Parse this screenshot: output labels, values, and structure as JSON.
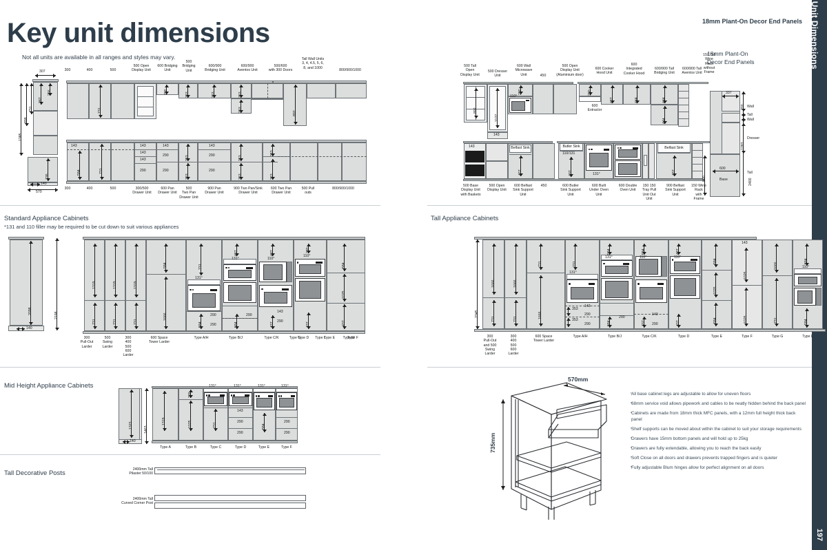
{
  "page": {
    "title": "Key unit dimensions",
    "subtitle": "Not all units are available in all ranges and styles may vary.",
    "number": "197",
    "edge_tab_label": "Key Unit Dimensions",
    "panel_header": "18mm Plant-On Decor End Panels"
  },
  "sections": {
    "standard": {
      "title": "Standard Appliance Cabinets",
      "note": "*131 and 110 filler may be required to be cut down to suit various appliances"
    },
    "tall": {
      "title": "Tall Appliance Cabinets"
    },
    "mid": {
      "title": "Mid Height Appliance Cabinets"
    },
    "posts": {
      "title": "Tall Decorative Posts"
    },
    "decor": {
      "title_line1": "18mm Plant-On",
      "title_line2": "Decor End Panels"
    }
  },
  "wall_units": {
    "top_labels": [
      "300",
      "400",
      "500",
      "500 Open\nDisplay Unit",
      "600 Bridging\nUnit",
      "500\nBridging\nUnit",
      "600/900\nBridging Unit",
      "600/900\nAventos Unit",
      "500/600\nwith 300 Doors",
      "Tall Wall Units\n3, 4, 4.5, 5, 6,\n8, and 1000",
      "800/900/1000"
    ],
    "bottom_labels": [
      "300",
      "400",
      "500",
      "300/500\nDrawer Unit",
      "600 Pan\nDrawer Unit",
      "500\nTwo Pan\nDrawer Unit",
      "900 Pan\nDrawer Unit",
      "900 Two Pan/Sink\nDrawer Unit",
      "600 Two Pan\nDrawer Unit",
      "500 Pull\nouts",
      "800/900/1000"
    ],
    "dims": {
      "top_307": "307",
      "top_287": "287",
      "top_256": "256",
      "h_731": "731",
      "h_898": "898",
      "h_1385": "1385",
      "h_735": "735",
      "h_140": "140",
      "w_570": "570",
      "d_280": "280",
      "d_353": "353",
      "d_892": "892",
      "d_143": "143",
      "d_290": "290",
      "d_584": "584"
    }
  },
  "tall_units": {
    "top_labels": [
      "500 Tall\nOpen\nDisplay Unit",
      "500 Dresser\nUnit",
      "600 Wall\nMicrowave\nUnit",
      "450",
      "500 Open\nDisplay Unit\n(Aluminium door)",
      "600 Cooker\nHood Unit",
      "600\nIntegrated\nCooker Hood",
      "600/900 Tall\nBridging Unit",
      "600/900 Tall\nAventos Unit",
      "150 Tall\nWine\nRack\nwithout\nFrame"
    ],
    "bottom_labels": [
      "500 Base\nDisplay Unit\nwith Baskets",
      "500 Open\nDisplay Unit",
      "600 Belfast\nSink Support\nUnit",
      "450",
      "600 Butler\nSink Support\nUnit",
      "600 Built\nUnder Oven\nUnit",
      "600 Double\nOven Unit",
      "150 150\nTray Pull\nUnit Out\nUnit",
      "900 Belfast\nSink Support\nUnit",
      "150 Wine\nRack\nwith\nFrame"
    ],
    "inline": {
      "extractor": "600\nExtractor",
      "belfast_sink": "Belfast Sink",
      "butler_sink": "Butler Sink",
      "belfast_sink_2": "Belfast Sink"
    },
    "dims": {
      "d_892": "892",
      "d_1127": "1127",
      "d_280": "280",
      "d_110": "110°",
      "d_143": "143",
      "d_437": "437",
      "d_444": "444",
      "d_888": "888",
      "d_110131": "110/131",
      "d_131": "131°"
    }
  },
  "decor_panel": {
    "dims": {
      "w_337": "337",
      "w_600": "600",
      "h_700": "700",
      "h_350": "350",
      "h_1283": "1283",
      "h_2400": "2400",
      "h_890": "890"
    },
    "labels": [
      "Wall",
      "Tall",
      "Wall",
      "Dresser",
      "Tall",
      "Base"
    ]
  },
  "standard_cabinets": {
    "labels": [
      "300\nPull-Out\nLarder",
      "500\nSwing\nLarder",
      "300\n400\n500\n600\nLarder",
      "600 Space\nTower Larder",
      "Type A/H",
      "Type B/J",
      "Type C/K",
      "Type D",
      "Type E",
      "Type F",
      "Type G",
      "Type L",
      "Type M"
    ],
    "dims": {
      "h_2098": "2098",
      "h_2198": "2198",
      "h_140": "140",
      "d_1319": "1319",
      "d_731": "731",
      "d_584": "584",
      "d_1666": "1666",
      "d_1025": "1025",
      "d_437": "437",
      "d_290": "290",
      "d_143": "143",
      "d_280": "280",
      "d_131": "131°",
      "d_110": "110°"
    }
  },
  "tall_cabinets": {
    "labels": [
      "300\nPull-Out\nand 500\nSwing\nLarder",
      "300\n400\n500\n600\nLarder",
      "600 Space\nTower Larder",
      "Type A/H",
      "Type B/J",
      "Type C/K",
      "Type D",
      "Type E",
      "Type F",
      "Type G",
      "Type L"
    ],
    "dims": {
      "h_2345": "2345",
      "d_1666": "1666",
      "d_731": "731",
      "d_584": "584",
      "d_1025": "1025",
      "d_437": "437",
      "d_290": "290",
      "d_143": "143",
      "d_353": "353",
      "d_131": "131°",
      "d_110": "110°"
    }
  },
  "mid_cabinets": {
    "labels": [
      "Type A",
      "Type B",
      "Type C",
      "Type D",
      "Type E",
      "Type F"
    ],
    "dims": {
      "h_1323": "1323",
      "h_1463": "1463",
      "h_140": "140",
      "d_1319": "1319",
      "d_1025": "1025",
      "d_280": "280",
      "d_731": "731",
      "d_143": "143",
      "d_290": "290",
      "d_584": "584",
      "d_131": "131°"
    }
  },
  "decorative_posts": [
    {
      "label": "2400mm Tall\nPilaster 50/100"
    },
    {
      "label": "2400mm Tall\nCurved Corner Post"
    }
  ],
  "isometric": {
    "width_label": "570mm",
    "height_label": "735mm"
  },
  "features": [
    "All base cabinet legs are adjustable to allow for uneven floors",
    "68mm service void allows pipework and cables to be neatly hidden behind the back panel",
    "Cabinets are made from 18mm thick MFC panels, with a 12mm full height thick back panel",
    "Shelf supports can be moved about within the cabinet to suit your storage requirements",
    "Drawers have 15mm bottom panels and will hold up to 25kg",
    "Drawers are fully extendable, allowing you to reach the back easily",
    "Soft Close on all doors and drawers prevents trapped fingers and is quieter",
    "Fully adjustable Blum hinges allow for perfect alignment on all doors"
  ],
  "colors": {
    "ink": "#2e3d4a",
    "tab": "#2e3d4a",
    "cabinet_fill": "#dcdedd",
    "appliance_grey": "#8f9295"
  }
}
